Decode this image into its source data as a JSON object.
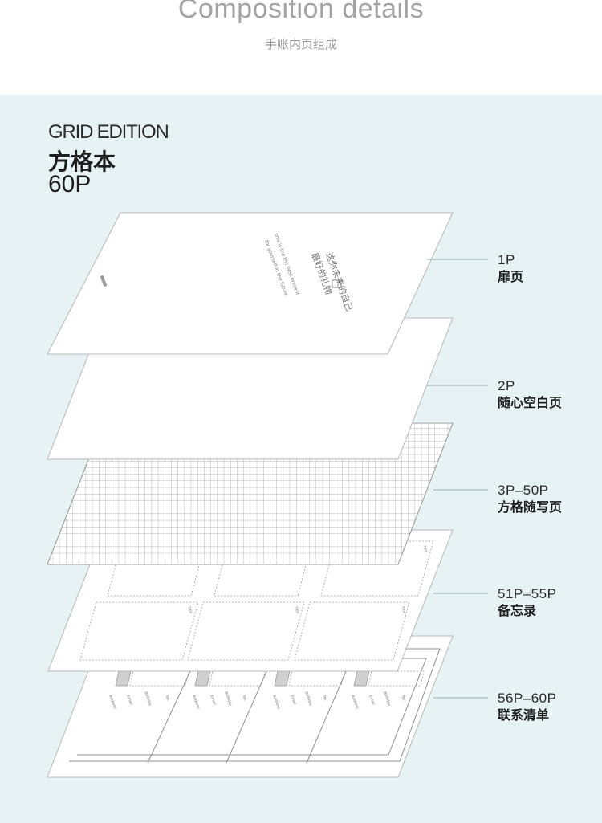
{
  "header": {
    "title": "Composition details",
    "subtitle": "手账内页组成"
  },
  "edition": {
    "name": "GRID EDITION",
    "cn_name": "方格本",
    "pages": "60P"
  },
  "handwriting": {
    "cn_line1": "这你未来的自己",
    "cn_line2": "最好的礼物",
    "en_line1": "this is the the best present",
    "en_line2": "for yourself in the future"
  },
  "contact_fields": [
    "Tel.",
    "Birthday",
    "Email",
    "Address"
  ],
  "memo_field": "Title",
  "layers": [
    {
      "pages": "1P",
      "name": "扉页"
    },
    {
      "pages": "2P",
      "name": "随心空白页"
    },
    {
      "pages": "3P–50P",
      "name": "方格随写页"
    },
    {
      "pages": "51P–55P",
      "name": "备忘录"
    },
    {
      "pages": "56P–60P",
      "name": "联系清单"
    }
  ],
  "colors": {
    "panel_background": "#e6f2f3",
    "sheet": "#ffffff",
    "sheet_stroke": "#b8b8b8",
    "grid_line": "#9d9d9d",
    "leader_line": "#9aa9ab"
  }
}
